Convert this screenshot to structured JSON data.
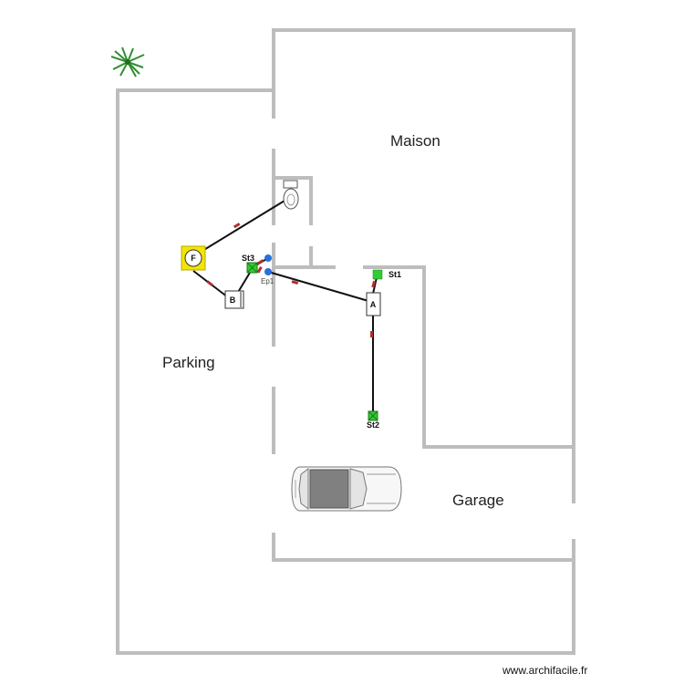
{
  "rooms": {
    "maison": "Maison",
    "parking": "Parking",
    "garage": "Garage"
  },
  "nodes": {
    "st1": "St1",
    "st2": "St2",
    "st3": "St3",
    "ep1": "Ep1",
    "a": "A",
    "b": "B",
    "f": "F"
  },
  "watermark": "www.archifacile.fr",
  "colors": {
    "wall": "#bdbdbd",
    "pipe": "#111111",
    "station_green": "#33cc33",
    "ep_blue": "#2a6fdb",
    "fosse_yellow": "#f2e600",
    "flow_arrow": "#b03030"
  },
  "icons": [
    "palm-tree-icon",
    "toilet-icon",
    "car-icon"
  ]
}
